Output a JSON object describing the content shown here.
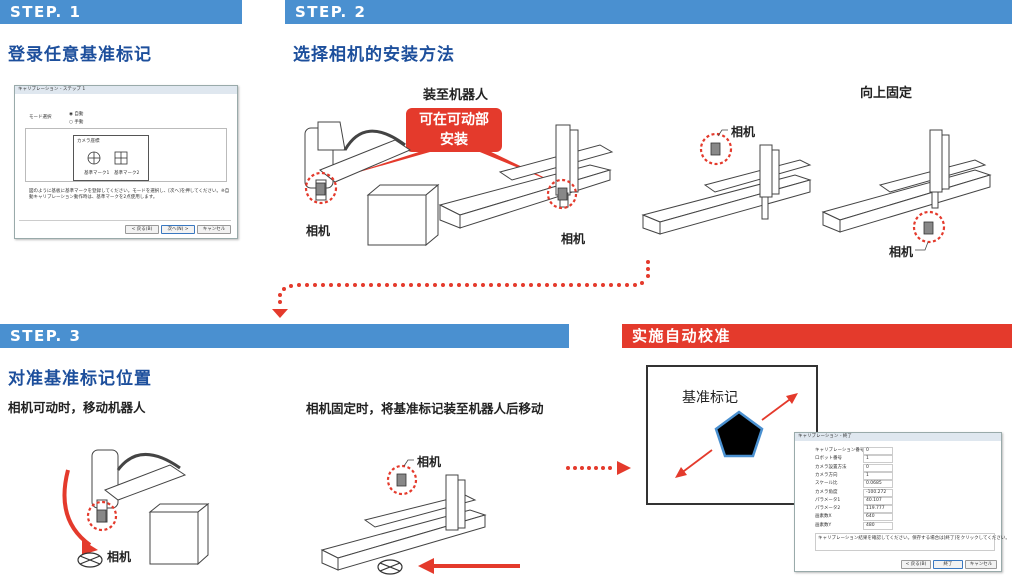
{
  "steps": {
    "step1": {
      "bar": "STEP. 1",
      "title": "登录任意基准标记"
    },
    "step2": {
      "bar": "STEP. 2",
      "title": "选择相机的安装方法",
      "robot_mount_title": "装至机器人",
      "fixed_up_title": "向上固定",
      "badge_line1": "可在可动部",
      "badge_line2": "安装"
    },
    "step3": {
      "bar": "STEP. 3",
      "title": "对准基准标记位置",
      "sub_left": "相机可动时，移动机器人",
      "sub_right": "相机固定时，将基准标记装至机器人后移动"
    },
    "auto": {
      "bar": "实施自动校准",
      "marker_label": "基准标记"
    }
  },
  "labels": {
    "camera": "相机"
  },
  "dialog1": {
    "title": "キャリブレーション - ステップ 1",
    "mode_label": "モード選択",
    "opt_auto": "◉ 自動",
    "opt_manual": "○ 手動",
    "box_label": "カメラ座標",
    "mark1": "基準マーク1",
    "mark2": "基準マーク2",
    "note1": "図のように基板に基準マークを登録してください。モードを選択し、[次へ]を押してください。※自",
    "note2": "動キャリブレーション動作時は、基準マークを2点使用します。",
    "btn_back": "< 戻る(B)",
    "btn_next": "次へ(N) >",
    "btn_cancel": "キャンセル"
  },
  "dialog2": {
    "title": "キャリブレーション - 終了",
    "rows": [
      {
        "label": "キャリブレーション番号",
        "value": "0"
      },
      {
        "label": "ロボット番号",
        "value": "1"
      },
      {
        "label": "カメラ設置方法",
        "value": "0"
      },
      {
        "label": "カメラ方向",
        "value": "1"
      },
      {
        "label": "スケール比",
        "value": "0.0685"
      },
      {
        "label": "カメラ角度",
        "value": "-100.272"
      },
      {
        "label": "パラメータ1",
        "value": "40.107"
      },
      {
        "label": "パラメータ2",
        "value": "119.777"
      },
      {
        "label": "画素数X",
        "value": "640"
      },
      {
        "label": "画素数Y",
        "value": "480"
      }
    ],
    "note": "キャリブレーション結果を確認してください。保存する場合は[終了]をクリックしてください。",
    "btn_back": "< 戻る(B)",
    "btn_finish": "終了",
    "btn_cancel": "キャンセル"
  },
  "colors": {
    "blue_bar": "#4a90d0",
    "red_bar": "#e43a2c",
    "heading": "#1d4f9c",
    "accent_red": "#e43a2c"
  }
}
